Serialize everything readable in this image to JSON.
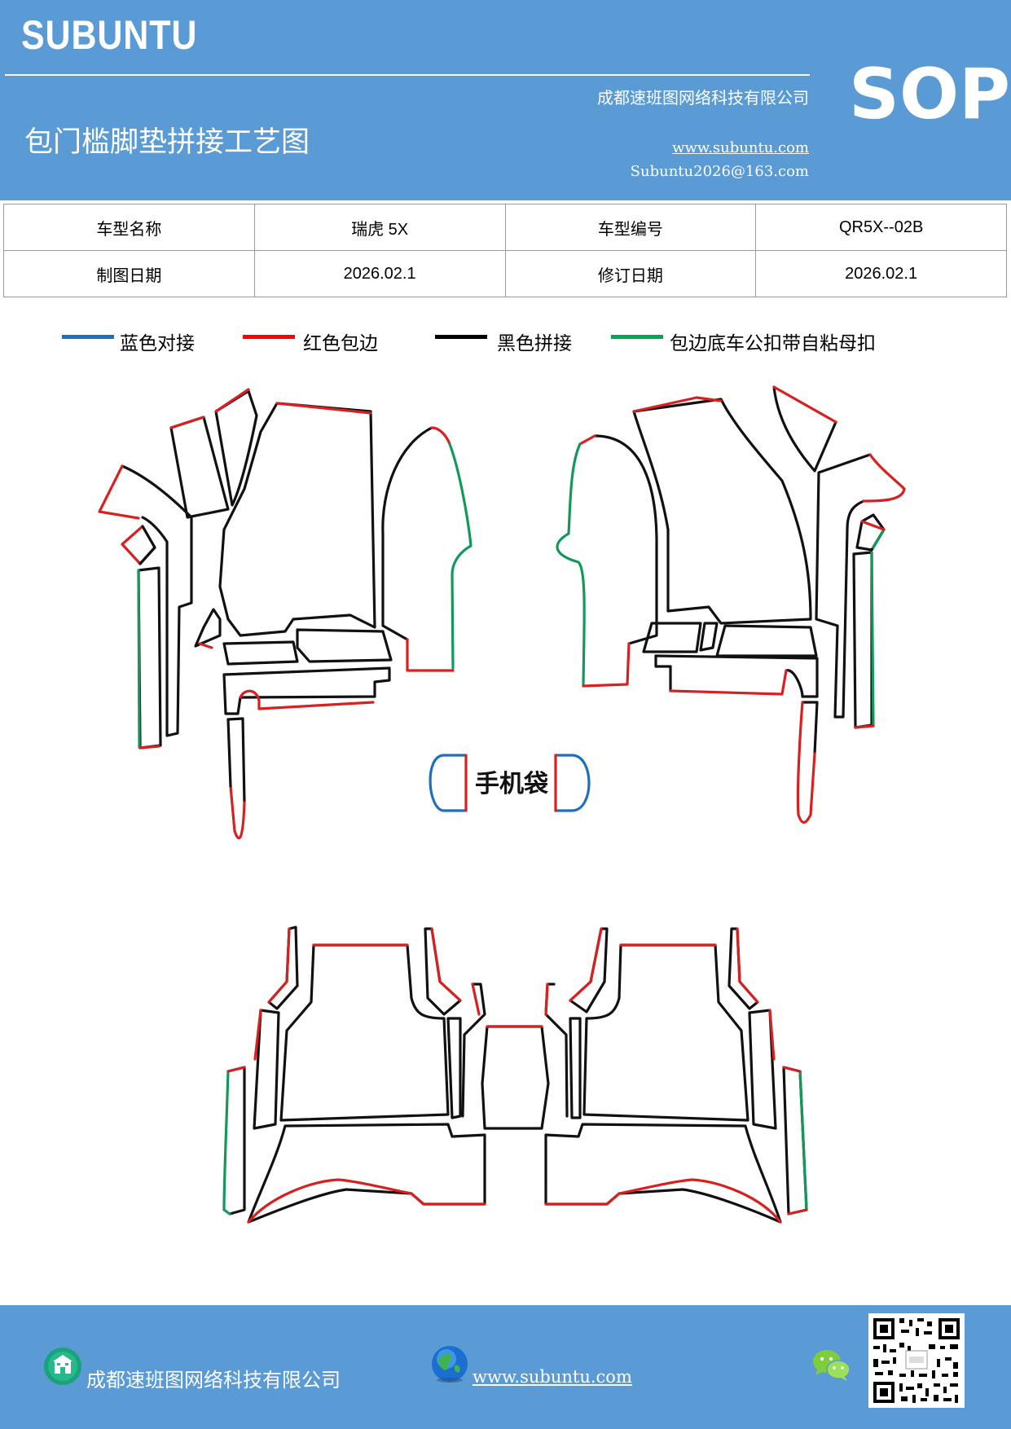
{
  "header": {
    "brand": "SUBUNTU",
    "company": "成都速班图网络科技有限公司",
    "title": "包门槛脚垫拼接工艺图",
    "website": "www.subuntu.com",
    "email": "Subuntu2026@163.com",
    "badge": "SOP"
  },
  "info_table": {
    "row1": {
      "label1": "车型名称",
      "value1": "瑞虎 5X",
      "label2": "车型编号",
      "value2": "QR5X--02B"
    },
    "row2": {
      "label1": "制图日期",
      "value1": "2026.02.1",
      "label2": "修订日期",
      "value2": "2026.02.1"
    }
  },
  "legend": [
    {
      "label": "蓝色对接",
      "color": "#1f6fbf"
    },
    {
      "label": "红色包边",
      "color": "#ff0000"
    },
    {
      "label": "黑色拼接",
      "color": "#000000"
    },
    {
      "label": "包边底车公扣带自粘母扣",
      "color": "#00a651"
    }
  ],
  "diagram": {
    "phone_pocket_label": "手机袋",
    "colors": {
      "blue": "#1f6fbf",
      "red": "#d92020",
      "black": "#111111",
      "green": "#12995a"
    }
  },
  "footer": {
    "company": "成都速班图网络科技有限公司",
    "website": "www.subuntu.com",
    "building_icon": "building-icon",
    "globe_icon": "globe-icon",
    "wechat_icon": "wechat-icon",
    "qr_icon": "qr-code"
  }
}
